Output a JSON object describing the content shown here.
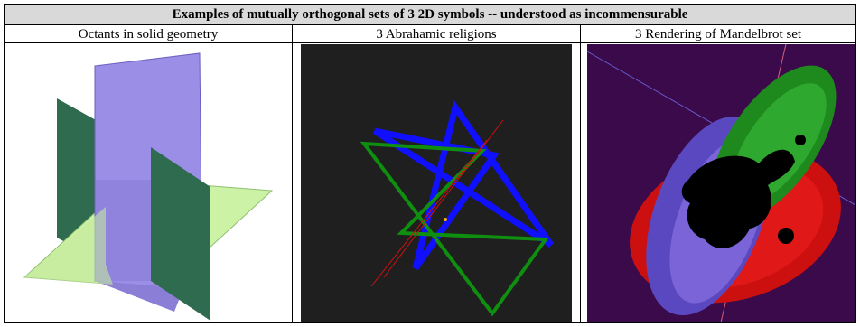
{
  "table": {
    "title": "Examples of mutually orthogonal sets of 3 2D symbols -- understood as incommensurable",
    "columns": [
      {
        "header": "Octants in solid geometry"
      },
      {
        "header": "3 Abrahamic religions"
      },
      {
        "header": "3 Rendering of Mandelbrot set"
      }
    ]
  },
  "colors": {
    "title_bg": "#d9d9d9",
    "plane_green_dark": "#2f6b4f",
    "plane_green_light": "#ccf2a6",
    "plane_violet": "#9b8ee6",
    "star_background": "#1f1f1f",
    "mandel_background": "#3a0a4a"
  }
}
